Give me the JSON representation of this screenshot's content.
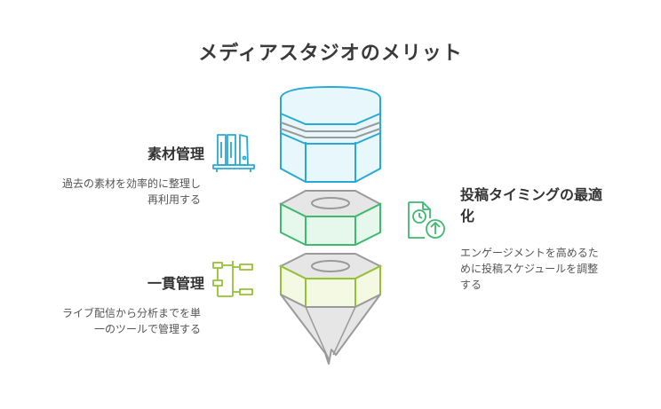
{
  "title": "メディアスタジオのメリット",
  "items": [
    {
      "title": "素材管理",
      "desc_lines": [
        "過去の素材を効率的に整理し",
        "再利用する"
      ],
      "icon": "bookshelf-icon",
      "color": "#29a9d6"
    },
    {
      "title_lines": [
        "投稿タイミングの最適",
        "化"
      ],
      "desc_lines": [
        "エンゲージメントを高めるた",
        "めに投稿スケジュールを調整",
        "する"
      ],
      "icon": "schedule-upload-icon",
      "color": "#3dba6e"
    },
    {
      "title": "一貫管理",
      "desc_lines": [
        "ライブ配信から分析までを単",
        "一のツールで管理する"
      ],
      "icon": "flowchart-icon",
      "color": "#95c231"
    }
  ]
}
